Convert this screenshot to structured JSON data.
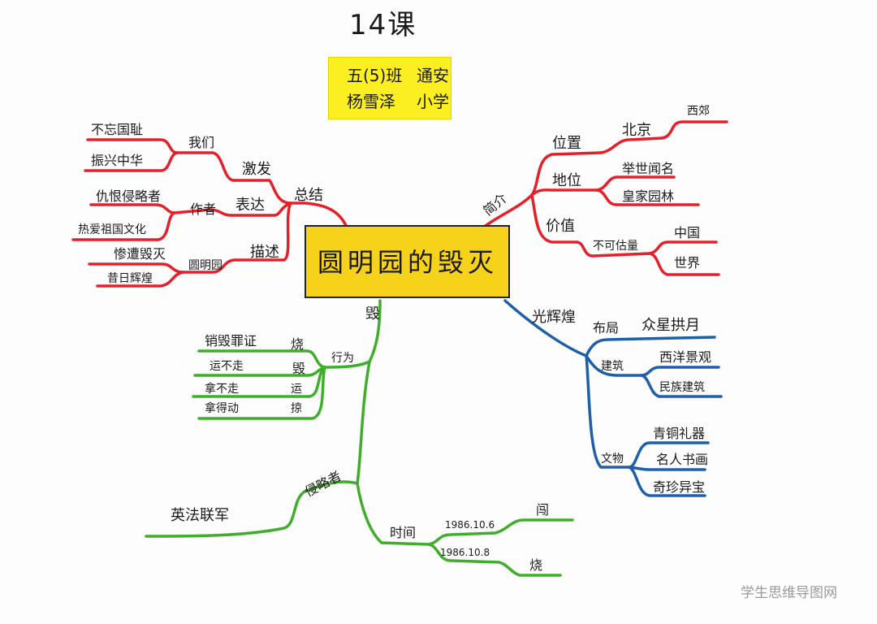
{
  "heading": "14课",
  "info_box": {
    "line1_left": "五(5)班",
    "line1_right": "通安",
    "line2_left": "杨雪泽",
    "line2_right": "小学"
  },
  "central_topic": "圆明园的毁灭",
  "branches": {
    "summary": {
      "label": "总结",
      "inspire": {
        "label": "激发",
        "we": "我们",
        "items": [
          "不忘国耻",
          "振兴中华"
        ]
      },
      "express": {
        "label": "表达",
        "author": "作者",
        "items": [
          "仇恨侵略者",
          "热爱祖国文化"
        ]
      },
      "describe": {
        "label": "描述",
        "subject": "圆明园",
        "items": [
          "惨遭毁灭",
          "昔日辉煌"
        ]
      }
    },
    "intro": {
      "label": "简介",
      "location": {
        "label": "位置",
        "value": "北京",
        "detail": "西郊"
      },
      "status": {
        "label": "地位",
        "items": [
          "举世闻名",
          "皇家园林"
        ]
      },
      "value": {
        "label": "价值",
        "node": "不可估量",
        "items": [
          "中国",
          "世界"
        ]
      }
    },
    "glory": {
      "label": "光辉煌",
      "layout": {
        "label": "布局",
        "value": "众星拱月"
      },
      "architecture": {
        "label": "建筑",
        "items": [
          "西洋景观",
          "民族建筑"
        ]
      },
      "relics": {
        "label": "文物",
        "items": [
          "青铜礼器",
          "名人书画",
          "奇珍异宝"
        ]
      }
    },
    "destroy": {
      "label": "毁",
      "acts": {
        "label": "行为",
        "rows": [
          {
            "what": "销毁罪证",
            "act": "烧"
          },
          {
            "what": "运不走",
            "act": "毁"
          },
          {
            "what": "拿不走",
            "act": "运"
          },
          {
            "what": "拿得动",
            "act": "掠"
          }
        ]
      },
      "invaders": {
        "label": "侵略者",
        "value": "英法联军"
      },
      "time": {
        "label": "时间",
        "events": [
          {
            "date": "1986.10.6",
            "act": "闯"
          },
          {
            "date": "1986.10.8",
            "act": "烧"
          }
        ]
      }
    }
  },
  "watermark": "学生思维导图网",
  "colors": {
    "red_branch": "#e4202a",
    "blue_branch": "#1f5fa8",
    "green_branch": "#3fae2a",
    "central_fill": "#f6d21a",
    "info_fill": "#fbee21"
  }
}
